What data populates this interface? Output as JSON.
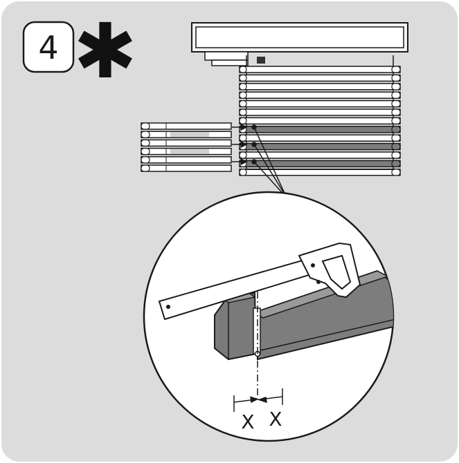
{
  "step": {
    "number": "4",
    "symbol": "✱"
  },
  "measurement": {
    "left_label": "X",
    "right_label": "X"
  },
  "icons": [
    "saw-icon",
    "blind-headrail-icon",
    "slat-icon",
    "end-cap-icon"
  ],
  "colors": {
    "panel_background": "#dcdcdc",
    "circle_background": "#ffffff",
    "slat_dark": "#7d7d7d",
    "outline": "#1a1a1a"
  }
}
